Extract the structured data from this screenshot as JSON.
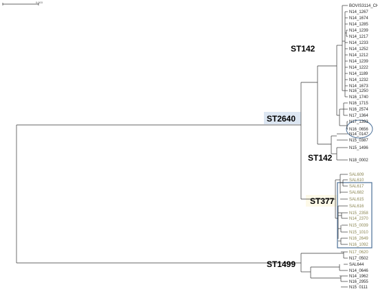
{
  "scale": {
    "label": "0.003"
  },
  "clusters": {
    "st142_top": "ST142",
    "st2640": "ST2640",
    "st142_mid": "ST142",
    "st377": "ST377",
    "st1499": "ST1499"
  },
  "highlight": {
    "st2640_box": "#dce6f2",
    "st377_box": "#fdf9e8",
    "outline": "#4a6f97"
  },
  "leaves": [
    {
      "id": "l0",
      "label": "BOVIS3114_CH"
    },
    {
      "id": "l1",
      "label": "N14_1267"
    },
    {
      "id": "l2",
      "label": "N14_1674"
    },
    {
      "id": "l3",
      "label": "N14_1285"
    },
    {
      "id": "l4",
      "label": "N14_1239"
    },
    {
      "id": "l5",
      "label": "N14_1217"
    },
    {
      "id": "l6",
      "label": "N14_1233"
    },
    {
      "id": "l7",
      "label": "N14_1252"
    },
    {
      "id": "l8",
      "label": "N14_1212"
    },
    {
      "id": "l9",
      "label": "N14_1239"
    },
    {
      "id": "l10",
      "label": "N14_1222"
    },
    {
      "id": "l11",
      "label": "N14_1189"
    },
    {
      "id": "l12",
      "label": "N14_1232"
    },
    {
      "id": "l13",
      "label": "N14_1673"
    },
    {
      "id": "l14",
      "label": "N16_1250"
    },
    {
      "id": "l15",
      "label": "N16_1740"
    },
    {
      "id": "l16",
      "label": "N16_1715"
    },
    {
      "id": "l17",
      "label": "N16_2574"
    },
    {
      "id": "l18",
      "label": "N17_1364"
    },
    {
      "id": "l19",
      "label": "N17_1393"
    },
    {
      "id": "l20",
      "label": "N16_0656"
    },
    {
      "id": "l21",
      "label": "N14_0147"
    },
    {
      "id": "l22",
      "label": "N15_0387"
    },
    {
      "id": "l23",
      "label": "N15_1496"
    },
    {
      "id": "l24",
      "label": "N18_0002"
    },
    {
      "id": "l25",
      "label": "SAL609"
    },
    {
      "id": "l26",
      "label": "SAL610"
    },
    {
      "id": "l27",
      "label": "SAL617"
    },
    {
      "id": "l28",
      "label": "SAL682"
    },
    {
      "id": "l29",
      "label": "SAL615"
    },
    {
      "id": "l30",
      "label": "SAL616"
    },
    {
      "id": "l31",
      "label": "N15_2358"
    },
    {
      "id": "l32",
      "label": "N14_2370"
    },
    {
      "id": "l33",
      "label": "N15_0039"
    },
    {
      "id": "l34",
      "label": "N15_1010"
    },
    {
      "id": "l35",
      "label": "N16_2649"
    },
    {
      "id": "l36",
      "label": "N16_1092"
    },
    {
      "id": "l37",
      "label": "N17_0620"
    },
    {
      "id": "l38",
      "label": "N17_0502"
    },
    {
      "id": "l39",
      "label": "SAL644"
    },
    {
      "id": "l40",
      "label": "N14_0646"
    },
    {
      "id": "l41",
      "label": "N14_1962"
    },
    {
      "id": "l42",
      "label": "N16_2955"
    },
    {
      "id": "l43",
      "label": "N15_0111"
    }
  ]
}
